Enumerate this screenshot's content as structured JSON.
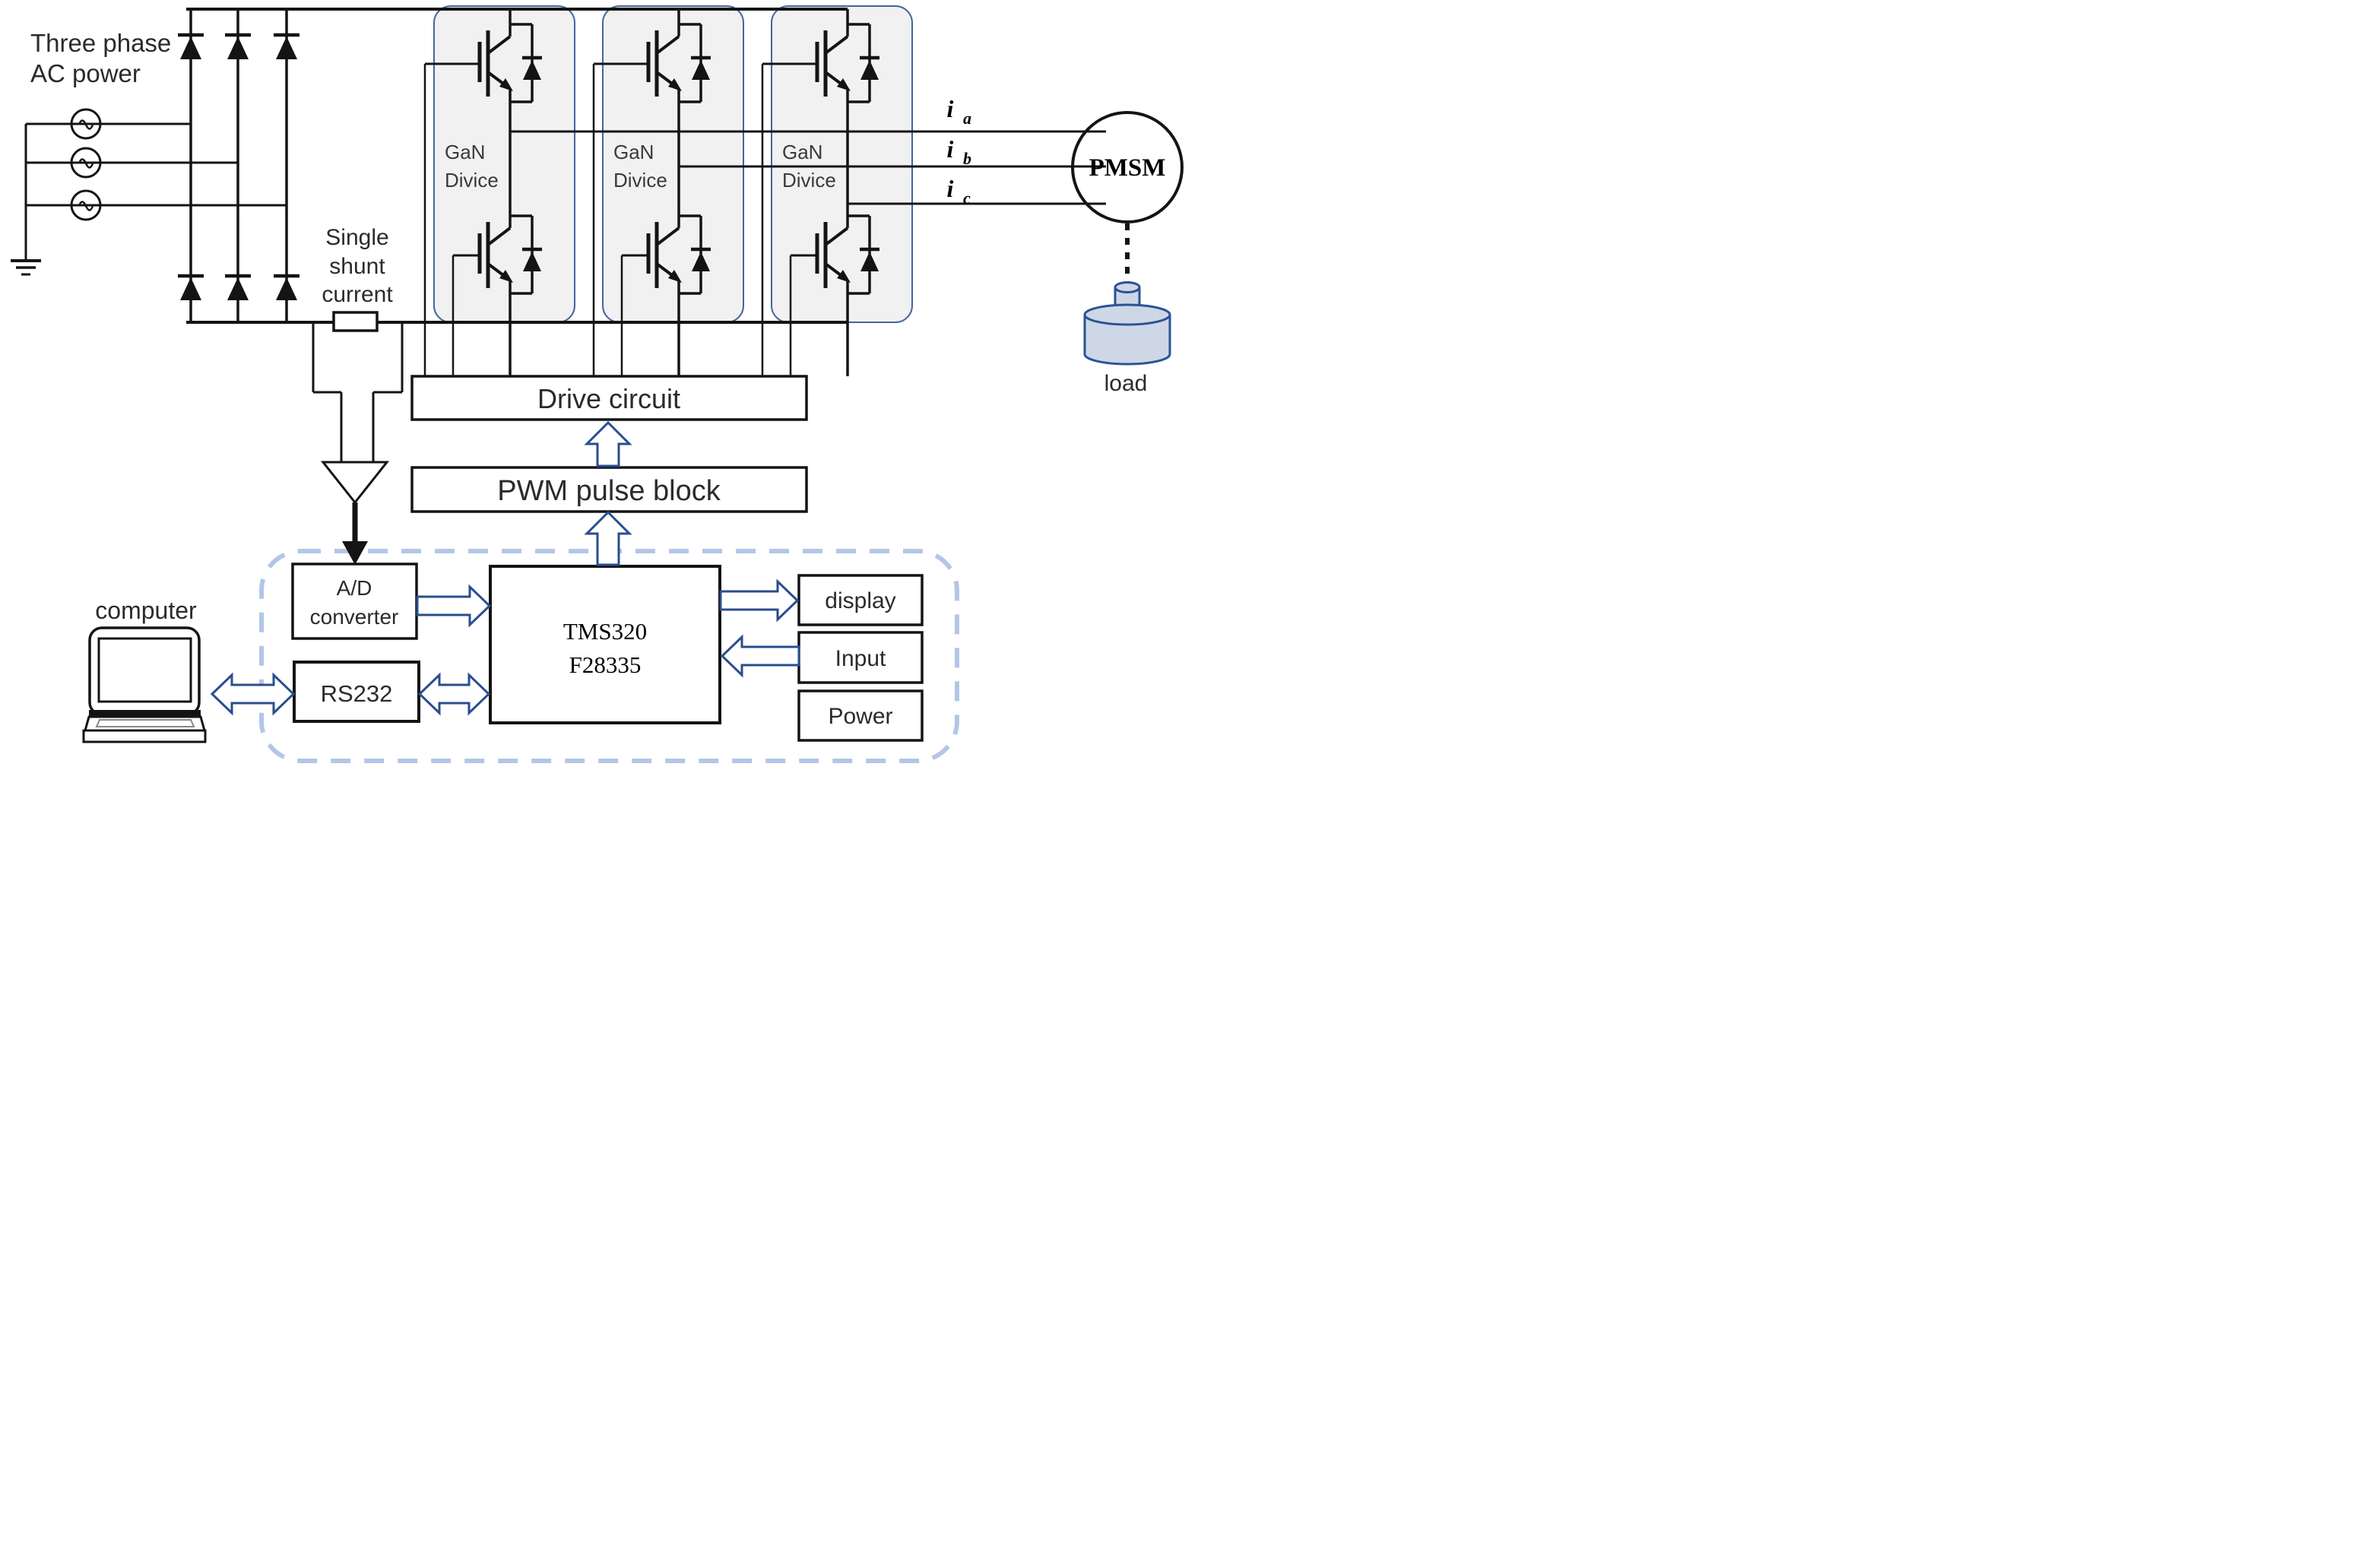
{
  "diagram": {
    "source_label": [
      "Three phase",
      "AC power"
    ],
    "shunt_label": [
      "Single",
      "shunt",
      "current"
    ],
    "gan_label": [
      "GaN",
      "Divice"
    ],
    "currents": [
      {
        "base": "i",
        "sub": "a"
      },
      {
        "base": "i",
        "sub": "b"
      },
      {
        "base": "i",
        "sub": "c"
      }
    ],
    "motor_label": "PMSM",
    "load_label": "load",
    "computer_label": "computer",
    "blocks": {
      "drive": "Drive circuit",
      "pwm": "PWM pulse block",
      "adc": [
        "A/D",
        "converter"
      ],
      "dsp": [
        "TMS320",
        "F28335"
      ],
      "rs232": "RS232",
      "display": "display",
      "input": "Input",
      "power": "Power"
    },
    "colors": {
      "wire": "#141414",
      "arrow_blue": "#2a4d8f",
      "leg_border": "#44669f",
      "leg_fill": "#f1f1f2",
      "dashed_border": "#b3c6e7",
      "load_fill": "#ced7e6"
    }
  }
}
